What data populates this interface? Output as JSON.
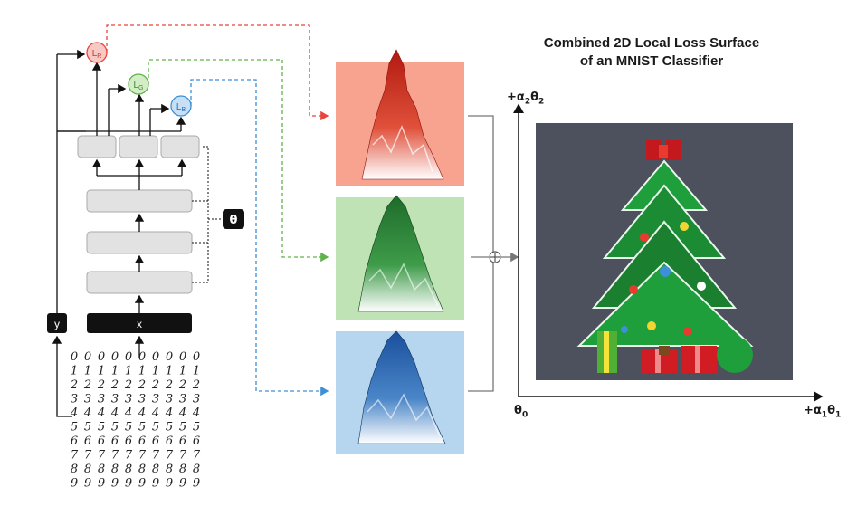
{
  "title": {
    "line1": "Combined 2D Local Loss Surface",
    "line2": "of an MNIST Classifier"
  },
  "network": {
    "input_x": "x",
    "input_y": "y",
    "theta": "θ",
    "heads": [
      {
        "label": "L",
        "sub": "R",
        "color": "#e8453c",
        "fill": "#f6c9c4"
      },
      {
        "label": "L",
        "sub": "G",
        "color": "#5fb34a",
        "fill": "#d3edc7"
      },
      {
        "label": "L",
        "sub": "B",
        "color": "#3d8fd6",
        "fill": "#c7e0f5"
      }
    ]
  },
  "mnist_digits": [
    "0000000000",
    "1111111111",
    "2222222222",
    "3333333333",
    "4444444444",
    "5555555555",
    "6666666666",
    "7777777777",
    "8888888888",
    "9999999999"
  ],
  "combine_symbol": "⊕",
  "axes": {
    "y_label": "+α",
    "y_label_sub1": "2",
    "y_label_theta": "θ",
    "y_label_sub2": "2",
    "x_label": "+α",
    "x_label_sub1": "1",
    "x_label_theta": "θ",
    "x_label_sub2": "1",
    "origin": "θ",
    "origin_sub": "0"
  },
  "colors": {
    "red_panel": "#f7a38f",
    "green_panel": "#bfe3b5",
    "blue_panel": "#b5d6ee",
    "plot_bg": "#4c515d",
    "box_fill": "#e2e2e2",
    "dark": "#111111"
  }
}
